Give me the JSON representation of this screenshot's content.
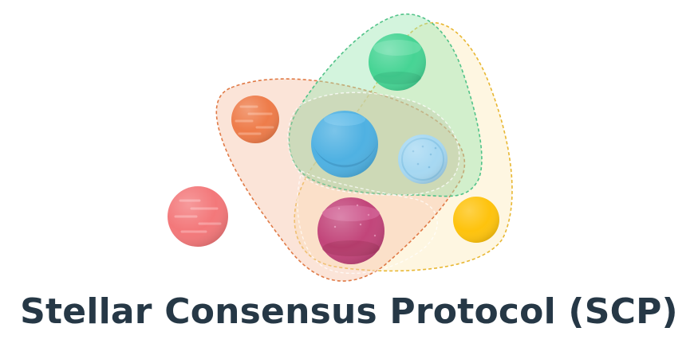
{
  "title": "Stellar Consensus Protocol (SCP)",
  "colors": {
    "title": "#263846",
    "group_orange": "#f4a57c",
    "group_green": "#5cc98a",
    "group_yellow": "#f3c243",
    "node_orange": "#ee7c4a",
    "node_green": "#46d494",
    "node_blue": "#4fb1e2",
    "node_light_blue": "#a6d8f2",
    "node_magenta": "#c2457a",
    "node_yellow": "#fec30d",
    "node_red": "#f3787a"
  },
  "nodes": [
    {
      "name": "orange-node",
      "color": "orange"
    },
    {
      "name": "green-node",
      "color": "green"
    },
    {
      "name": "blue-node",
      "color": "blue"
    },
    {
      "name": "light-blue-node",
      "color": "light blue"
    },
    {
      "name": "magenta-node",
      "color": "magenta"
    },
    {
      "name": "yellow-node",
      "color": "yellow"
    },
    {
      "name": "red-node",
      "color": "red"
    }
  ]
}
